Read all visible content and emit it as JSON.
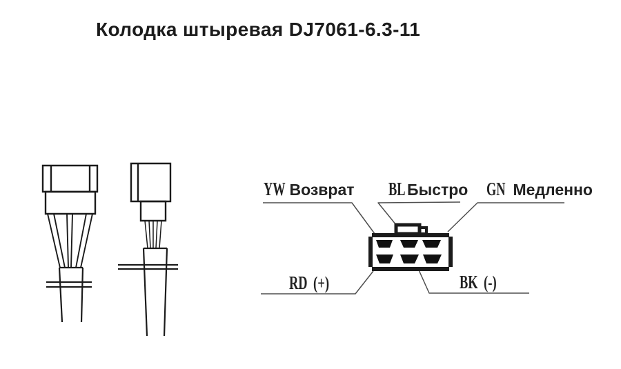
{
  "title": "Колодка штыревая DJ7061-6.3-11",
  "colors": {
    "ink": "#1b1b1b",
    "leader_line": "#4f4f4f",
    "background": "#ffffff"
  },
  "connector": {
    "model": "DJ7061-6.3-11",
    "pin_count": 6,
    "pin_rows": 2,
    "pins_per_row": 3
  },
  "wire_labels": {
    "yw": {
      "code": "YW",
      "label": "Возврат"
    },
    "bl": {
      "code": "BL",
      "label": "Быстро"
    },
    "gn": {
      "code": "GN",
      "label": "Медленно"
    },
    "rd": {
      "code": "RD",
      "label": "(+)"
    },
    "bk": {
      "code": "BK",
      "label": "(-)"
    }
  }
}
